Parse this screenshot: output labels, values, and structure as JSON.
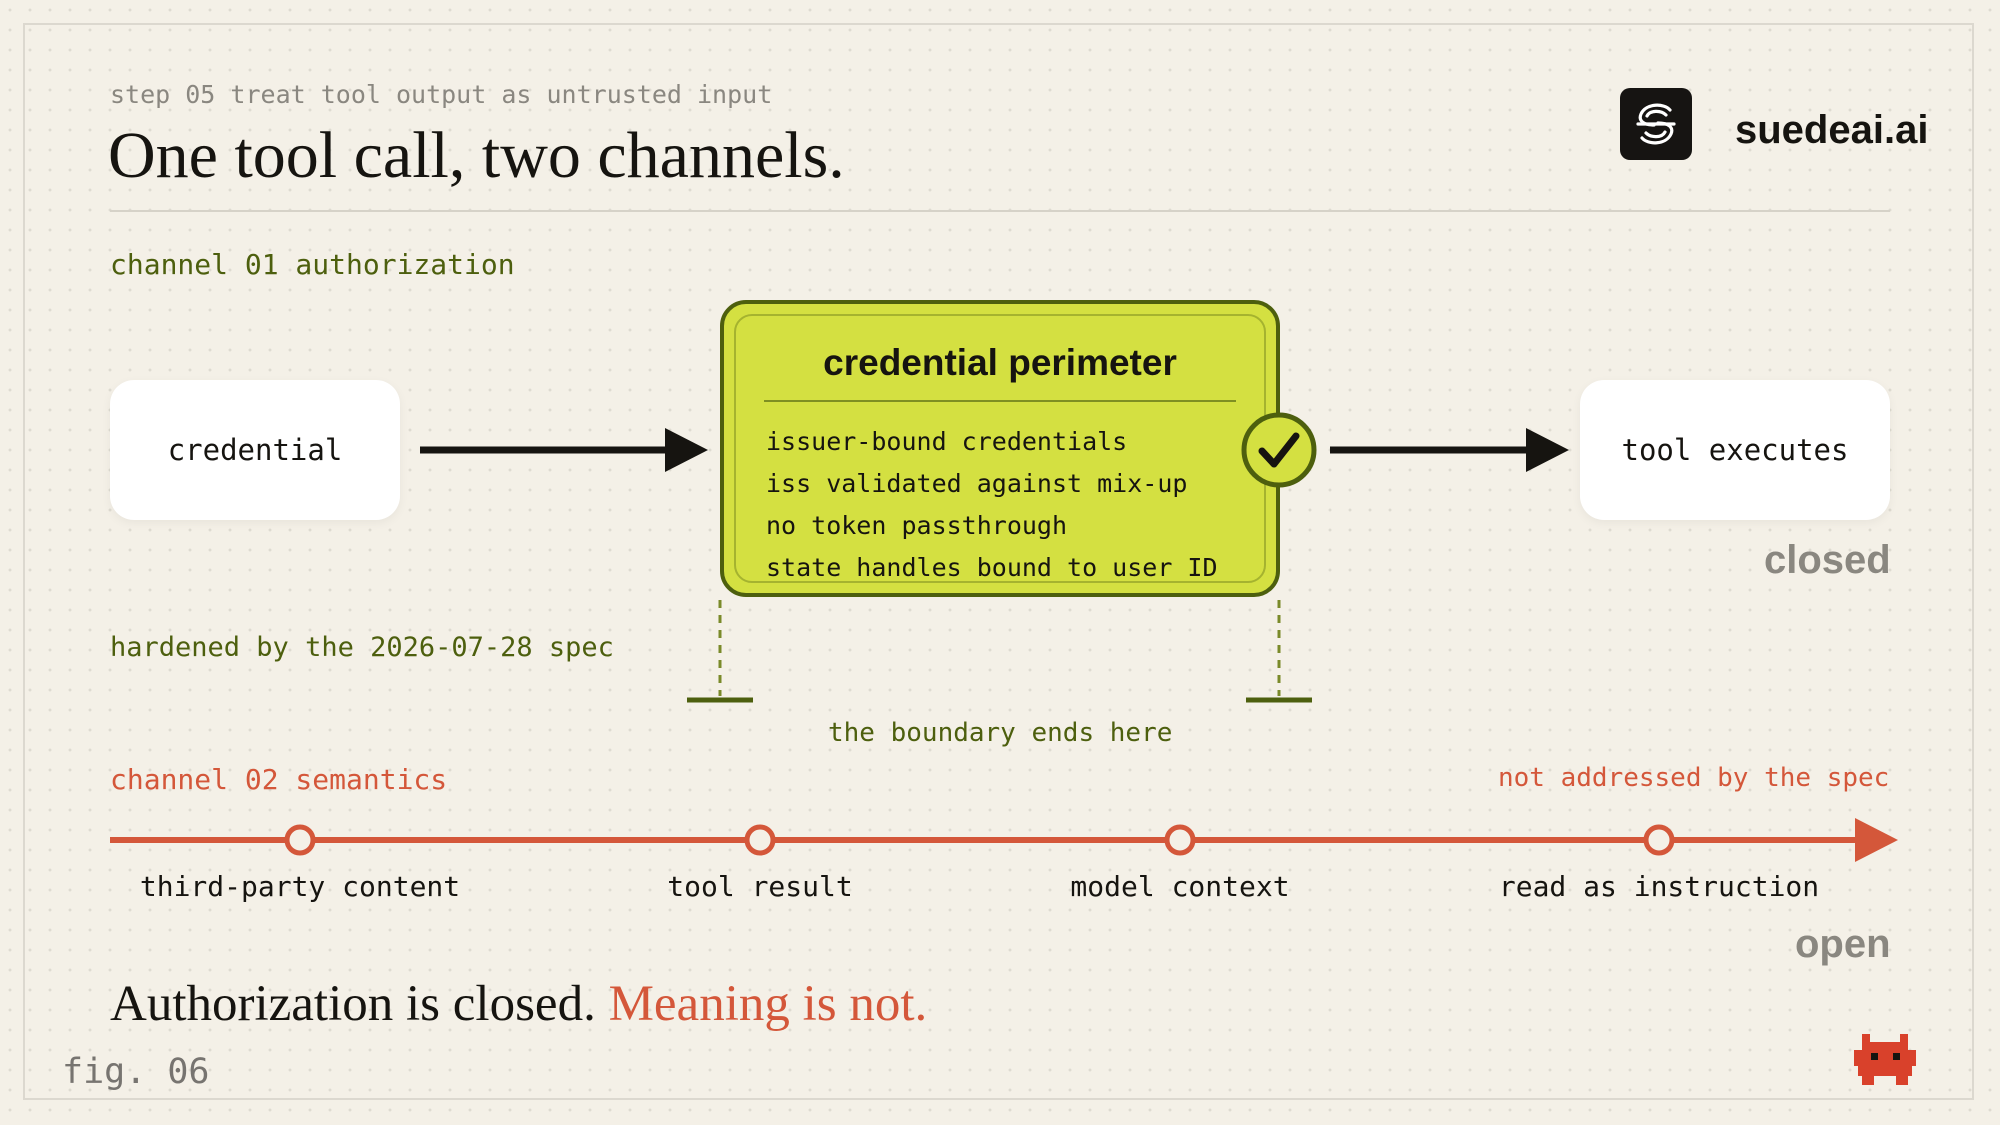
{
  "header": {
    "step": "step 05 treat tool output as untrusted input",
    "title": "One tool call, two channels.",
    "logo_text": "suedeai.ai",
    "logo_icon": "spiral-s-icon"
  },
  "channel1": {
    "label": "channel 01 authorization",
    "note": "hardened by the 2026-07-28 spec",
    "source": "credential",
    "target": "tool executes",
    "status": "closed",
    "perimeter": {
      "title": "credential perimeter",
      "items": [
        "issuer-bound credentials",
        "iss validated against mix-up",
        "no token passthrough",
        "state handles bound to user ID"
      ],
      "check_icon": "checkmark-icon"
    },
    "boundary_label": "the boundary ends here"
  },
  "channel2": {
    "label": "channel 02 semantics",
    "note": "not addressed by the spec",
    "nodes": [
      "third-party content",
      "tool result",
      "model context",
      "read as instruction"
    ],
    "status": "open"
  },
  "footer": {
    "statement_a": "Authorization is closed.",
    "statement_b": "Meaning is not.",
    "fig": "fig. 06",
    "mascot_icon": "red-pixel-creature-icon"
  },
  "colors": {
    "background": "#f4f0e7",
    "olive": "#4d5f0e",
    "lime": "#d4e041",
    "accent_red": "#d4573a",
    "ink": "#161410",
    "muted": "#8a8780"
  }
}
